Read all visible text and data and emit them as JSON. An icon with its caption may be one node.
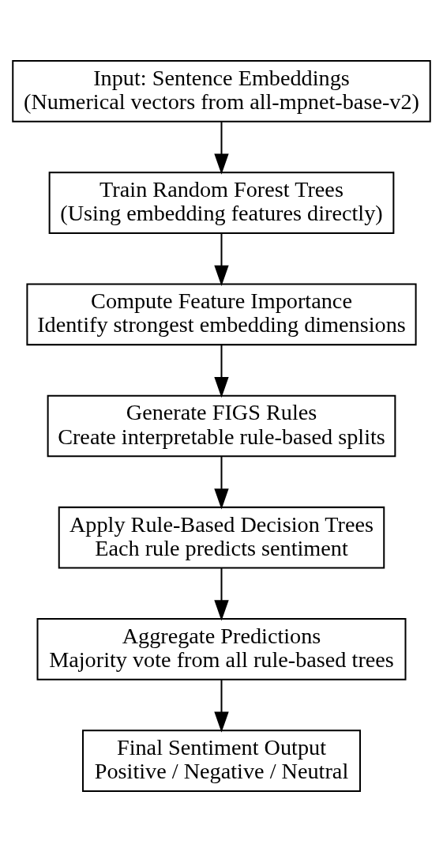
{
  "diagram": {
    "nodes": [
      {
        "text": [
          "Input: Sentence Embeddings",
          "(Numerical vectors from all-mpnet-base-v2)"
        ]
      },
      {
        "text": [
          "Train Random Forest Trees",
          "(Using embedding features directly)"
        ]
      },
      {
        "text": [
          "Compute Feature Importance",
          "Identify strongest embedding dimensions"
        ]
      },
      {
        "text": [
          "Generate FIGS Rules",
          "Create interpretable rule-based splits"
        ]
      },
      {
        "text": [
          "Apply Rule-Based Decision Trees",
          "Each rule predicts sentiment"
        ]
      },
      {
        "text": [
          "Aggregate Predictions",
          "Majority vote from all rule-based trees"
        ]
      },
      {
        "text": [
          "Final Sentiment Output",
          "Positive / Negative / Neutral"
        ]
      }
    ],
    "edges": [
      {
        "from": 0,
        "to": 1,
        "arrow": "to"
      },
      {
        "from": 1,
        "to": 2,
        "arrow": "to"
      },
      {
        "from": 2,
        "to": 3,
        "arrow": "to"
      },
      {
        "from": 3,
        "to": 4,
        "arrow": "to"
      },
      {
        "from": 4,
        "to": 5,
        "arrow": "to"
      },
      {
        "from": 5,
        "to": 6,
        "arrow": "to"
      }
    ]
  }
}
